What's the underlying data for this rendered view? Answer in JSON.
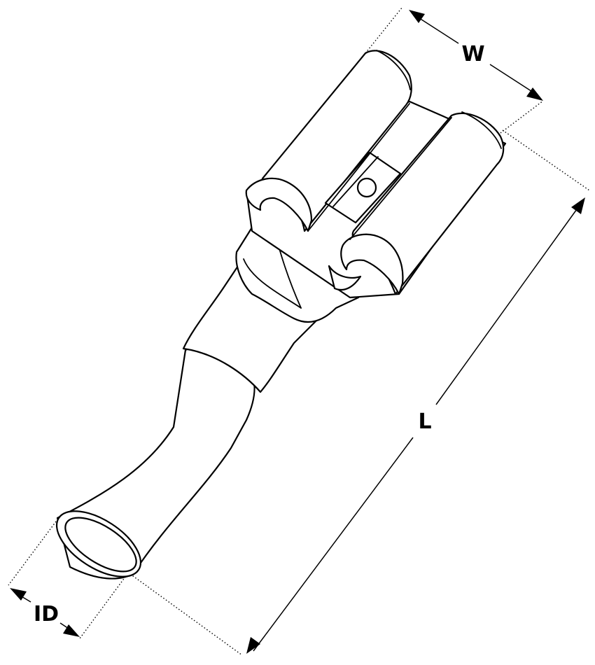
{
  "diagram": {
    "labels": {
      "width": "W",
      "length": "L",
      "inner_diameter": "ID"
    },
    "colors": {
      "line": "#000000",
      "fill": "#ffffff"
    }
  }
}
